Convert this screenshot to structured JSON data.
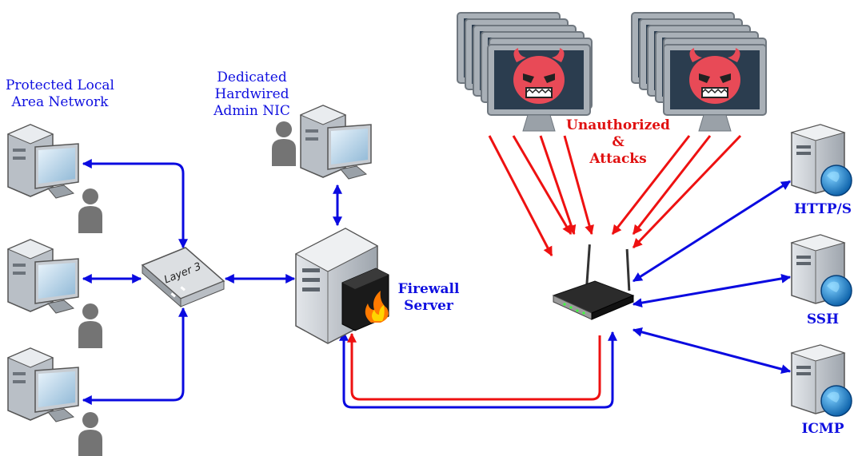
{
  "labels": {
    "lan": "Protected Local\nArea Network",
    "admin_nic": "Dedicated\nHardwired\nAdmin NIC",
    "firewall": "Firewall\nServer",
    "attacks": "Unauthorized\n&\nAttacks",
    "switch": "Layer 3",
    "http": "HTTP/S",
    "ssh": "SSH",
    "icmp": "ICMP"
  },
  "colors": {
    "trusted_link": "#0a0ae0",
    "attack_link": "#ee1111",
    "label_blue": "#1010e0",
    "label_red": "#e01010",
    "devil": "#e84a57"
  },
  "icons": {
    "workstation": "desktop-computer-with-user-icon",
    "switch": "layer3-switch-icon",
    "firewall": "firewall-server-icon",
    "router": "wireless-router-icon",
    "server": "globe-server-icon",
    "attacker": "devil-monitor-stack-icon"
  }
}
